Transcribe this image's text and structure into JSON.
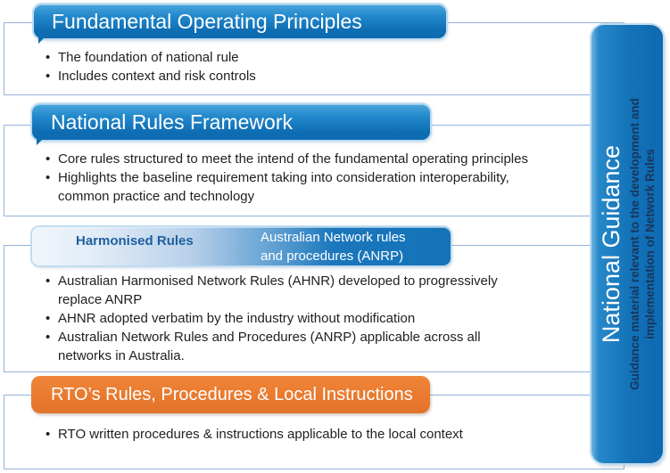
{
  "palette": {
    "header_blue_top": "#4aa5dc",
    "header_blue_mid": "#2288cb",
    "header_blue_bottom": "#0e6cb2",
    "box_border": "#95b3d7",
    "sidebar_blue": "#1372b8",
    "sidebar_blue_dark": "#0f6ab0",
    "sidebar_highlight": "#6cb4e2",
    "halo_blue": "#bfdcf0",
    "orange": "#e8792f",
    "bullet_text": "#1f1f1f",
    "harmonised_label_blue": "#1e5f9e",
    "navy": "#17365d"
  },
  "sections": [
    {
      "header": "Fundamental Operating Principles",
      "bullets": [
        "The foundation of national rule",
        "Includes context and risk controls"
      ]
    },
    {
      "header": "National Rules Framework",
      "bullets": [
        "Core rules structured to meet the intend of the fundamental operating principles",
        "Highlights the baseline requirement taking into consideration interoperability, common practice and technology"
      ]
    },
    {
      "header_left": "Harmonised Rules",
      "header_right": "Australian Network rules and procedures (ANRP)",
      "bullets": [
        "Australian Harmonised Network Rules (AHNR) developed to progressively replace ANRP",
        "AHNR adopted verbatim by the industry without modification",
        "Australian Network Rules and Procedures (ANRP) applicable across all networks in Australia."
      ]
    },
    {
      "header": "RTO’s Rules, Procedures & Local Instructions",
      "bullets": [
        "RTO written procedures & instructions applicable to the local context"
      ]
    }
  ],
  "sidebar": {
    "title": "National Guidance",
    "subtitle": "Guidance material relevant to the development and implementation of Network Rules"
  }
}
